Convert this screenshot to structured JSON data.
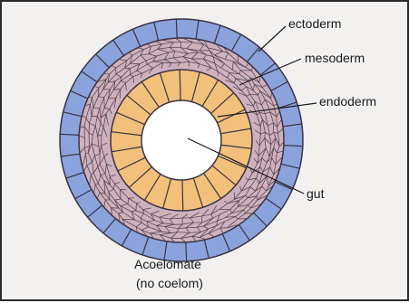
{
  "diagram": {
    "layers": {
      "ectoderm": "ectoderm",
      "mesoderm": "mesoderm",
      "endoderm": "endoderm",
      "gut": "gut"
    },
    "caption": {
      "line1": "Acoelomate",
      "line2": "(no coelom)"
    },
    "colors": {
      "ectoderm": "#8aa3dc",
      "mesoderm": "#cfb1bd",
      "endoderm": "#f2c07a",
      "gut": "#ffffff",
      "outline": "#3a3344",
      "background": "#f2f1f0"
    }
  }
}
